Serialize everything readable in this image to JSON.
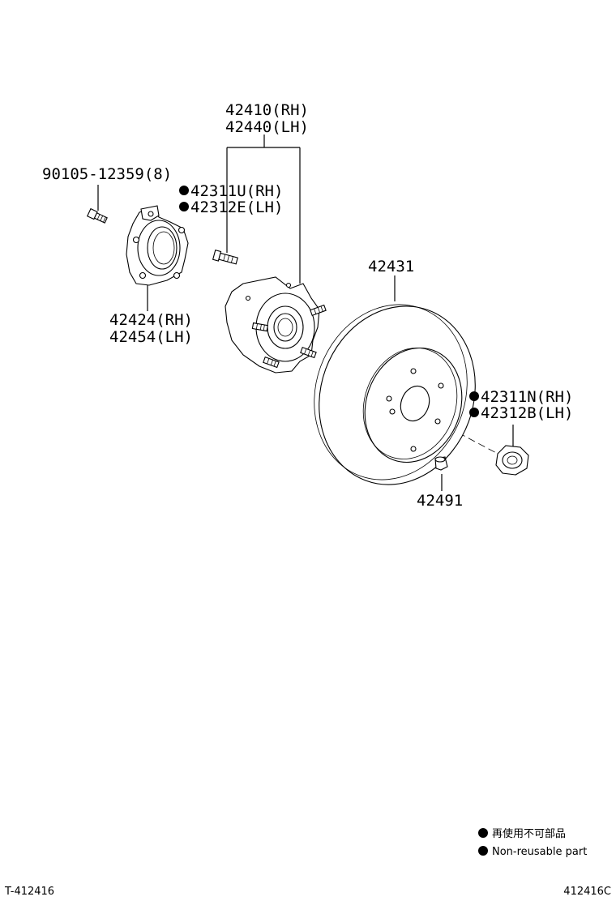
{
  "callouts": {
    "hub_rh": "42410(RH)",
    "hub_lh": "42440(LH)",
    "bolt": "90105-12359(8)",
    "hub_bolt_rh": "42311U(RH)",
    "hub_bolt_lh": "42312E(LH)",
    "rotor": "42431",
    "carrier_rh": "42424(RH)",
    "carrier_lh": "42454(LH)",
    "nut_rh": "42311N(RH)",
    "nut_lh": "42312B(LH)",
    "plug": "42491"
  },
  "legend": {
    "jp": "再使用不可部品",
    "en": "Non-reusable part"
  },
  "footer": {
    "left": "T-412416",
    "right": "412416C"
  }
}
